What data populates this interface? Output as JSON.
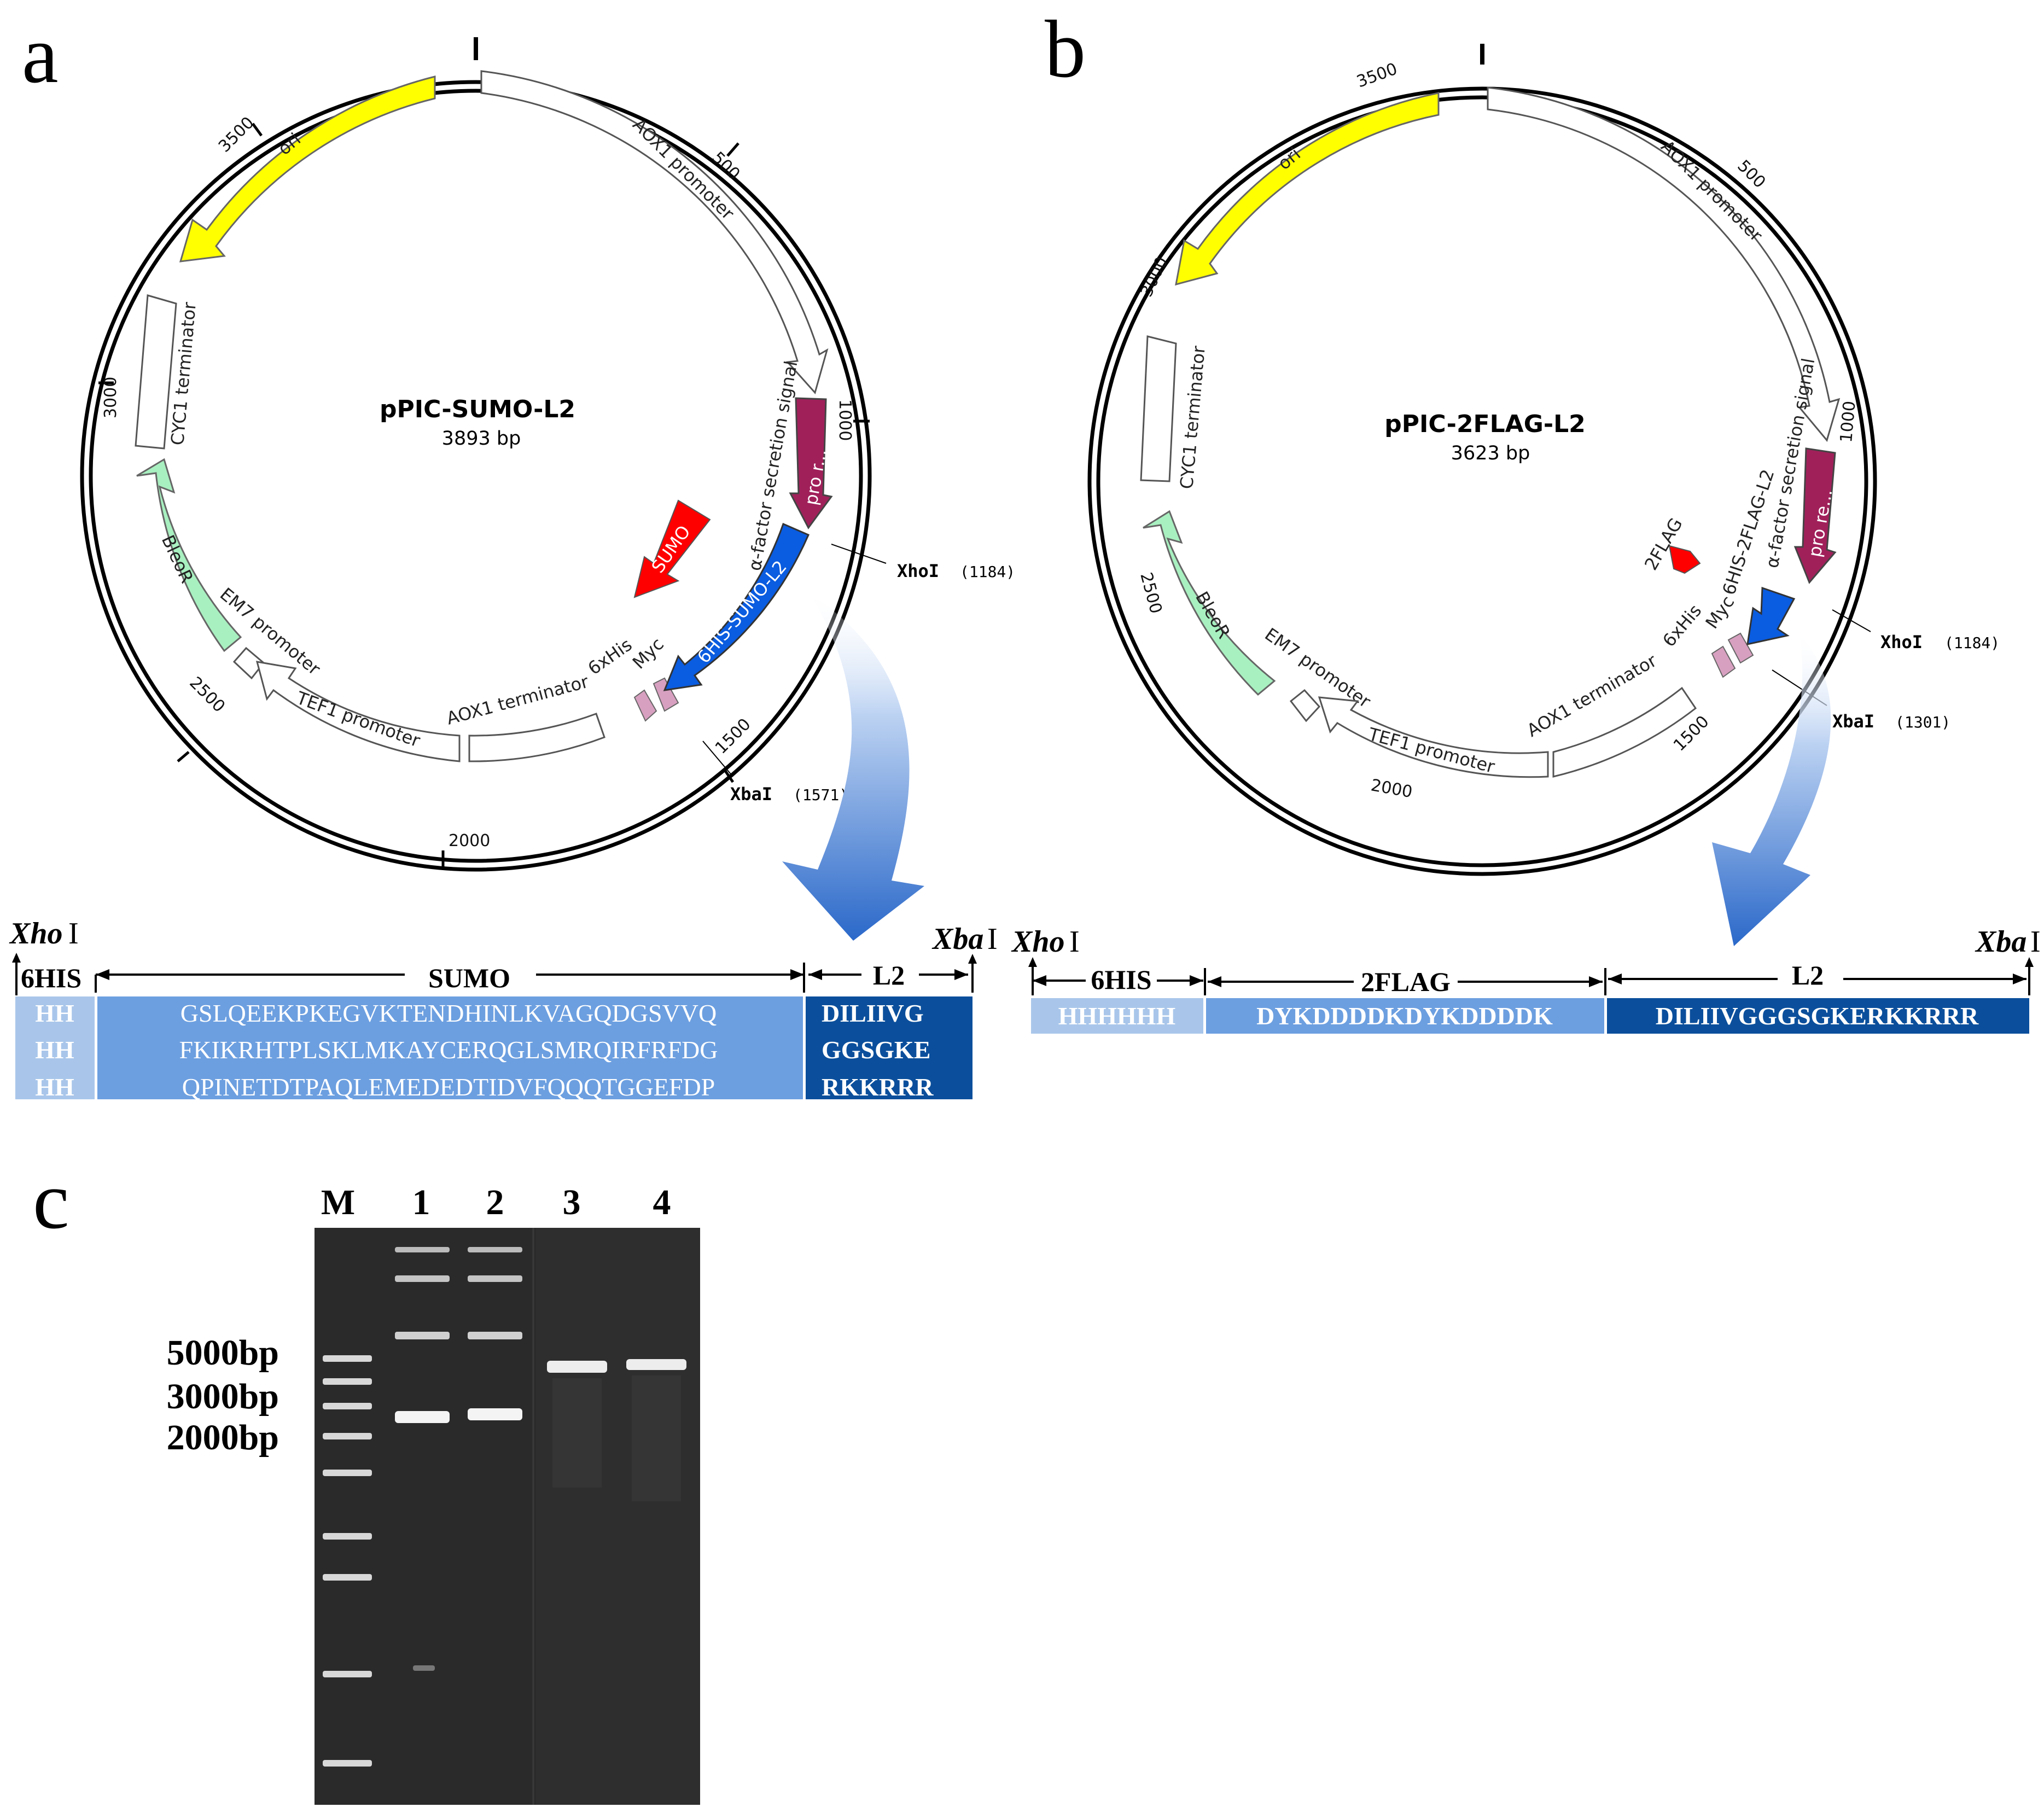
{
  "panel_a": {
    "letter": "a",
    "title": "pPIC-SUMO-L2",
    "size": "3893 bp",
    "ticks": [
      "3500",
      "500",
      "1000",
      "1500",
      "2000",
      "2500",
      "3000"
    ],
    "features": {
      "ori": "ori",
      "aox1_promoter": "AOX1 promoter",
      "alpha_factor": "α-factor secretion signal",
      "pro": "pro r...",
      "sumo": "SUMO",
      "his_sumo_l2": "6HIS-SUMO-L2",
      "myc": "Myc",
      "his6": "6xHis",
      "aox1_terminator": "AOX1 terminator",
      "tef1_promoter": "TEF1 promoter",
      "em7_promoter": "EM7 promoter",
      "bleor": "BleoR",
      "cyc1_terminator": "CYC1 terminator"
    },
    "sites": [
      {
        "name": "XhoI",
        "pos": "(1184)"
      },
      {
        "name": "XbaI",
        "pos": "(1571)"
      }
    ],
    "construct": {
      "left_enzyme": "Xho",
      "right_enzyme": "Xba",
      "enzyme_suffix": "I",
      "segments": [
        {
          "label": "6HIS",
          "rows": [
            "HH",
            "HH",
            "HH"
          ]
        },
        {
          "label": "SUMO",
          "rows": [
            "GSLQEEKPKEGVKTENDHINLKVAGQDGSVVQ",
            "FKIKRHTPLSKLMKAYCERQGLSMRQIRFRFDG",
            "QPINETDTPAQLEMEDEDTIDVFQQQTGGEFDP"
          ]
        },
        {
          "label": "L2",
          "rows": [
            "DILIIVG",
            "GGSGKE",
            "RKKRRR"
          ]
        }
      ]
    }
  },
  "panel_b": {
    "letter": "b",
    "title": "pPIC-2FLAG-L2",
    "size": "3623 bp",
    "ticks": [
      "3500",
      "500",
      "1000",
      "1500",
      "2000",
      "2500",
      "3000"
    ],
    "features": {
      "ori": "ori",
      "aox1_promoter": "AOX1 promoter",
      "alpha_factor": "α-factor secretion signal",
      "pro": "pro re...",
      "flag": "2FLAG",
      "his_flag_l2": "6HIS-2FLAG-L2",
      "myc": "Myc",
      "his6": "6xHis",
      "aox1_terminator": "AOX1 terminator",
      "tef1_promoter": "TEF1 promoter",
      "em7_promoter": "EM7 promoter",
      "bleor": "BleoR",
      "cyc1_terminator": "CYC1 terminator"
    },
    "sites": [
      {
        "name": "XhoI",
        "pos": "(1184)"
      },
      {
        "name": "XbaI",
        "pos": "(1301)"
      }
    ],
    "construct": {
      "left_enzyme": "Xho",
      "right_enzyme": "Xba",
      "enzyme_suffix": "I",
      "segments": [
        {
          "label": "6HIS",
          "rows": [
            "HHHHHH"
          ]
        },
        {
          "label": "2FLAG",
          "rows": [
            "DYKDDDDKDYKDDDDK"
          ]
        },
        {
          "label": "L2",
          "rows": [
            "DILIIVGGGSGKERKKRRR"
          ]
        }
      ]
    }
  },
  "panel_c": {
    "letter": "c",
    "lanes": [
      "M",
      "1",
      "2",
      "3",
      "4"
    ],
    "markers": [
      "5000bp",
      "3000bp",
      "2000bp"
    ]
  },
  "colors": {
    "ori": "#ffff00",
    "bleor": "#a8f0c0",
    "alpha": "#a0205a",
    "sumo": "#ff0000",
    "his_fusion": "#0a5ce0",
    "tag": "#d8a0c0",
    "seg_light": "#a9c6ea",
    "seg_mid": "#6c9fe0",
    "seg_dark": "#0b4f9c",
    "gel": "#2a2a2a"
  }
}
